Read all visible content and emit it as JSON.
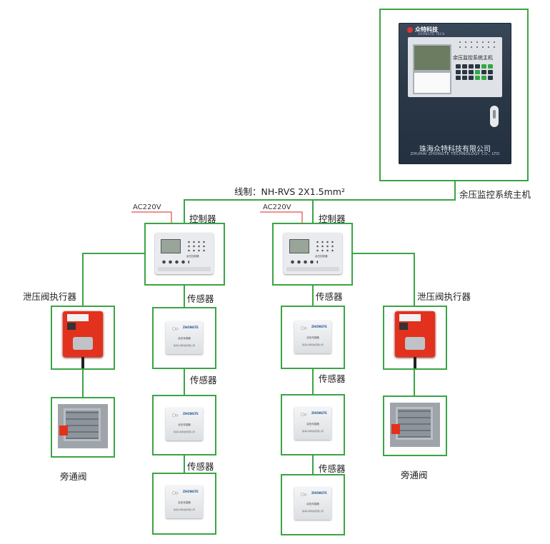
{
  "cable_label": "线制：NH-RVS 2X1.5mm²",
  "main_unit": {
    "label": "余压监控系统主机",
    "logo": "众特科技",
    "logo_sub": "ZHONGTE TECH",
    "panel_title": "余压监控系统主机",
    "company_cn": "珠海众特科技有限公司",
    "company_en": "ZHUHAI ZHONGTE TECHNOLOGY CO., LTD"
  },
  "controllers": [
    {
      "label": "控制器",
      "power": "AC220V"
    },
    {
      "label": "控制器",
      "power": "AC220V"
    }
  ],
  "controller_text": "余压控制器",
  "actuator_label": "泄压阀执行器",
  "sensor_label": "传感器",
  "bypass_label": "旁通阀",
  "sensor_face": {
    "brand": "ZHONGTE",
    "title": "余压传感器",
    "maker": "珠海众特科技有限公司"
  },
  "colors": {
    "wire": "#3aa444",
    "power_wire": "#e02020",
    "actuator": "#e2311d"
  }
}
